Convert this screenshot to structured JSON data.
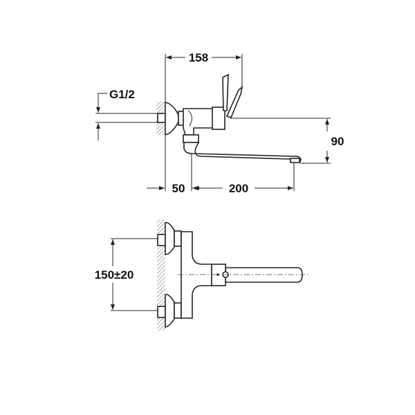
{
  "side_view": {
    "dim_width": "158",
    "dim_thread": "G1/2",
    "dim_height": "90",
    "dim_wall_to_spout": "50",
    "dim_spout_reach": "200"
  },
  "front_view": {
    "dim_spacing": "150±20"
  },
  "colors": {
    "line": "#222222",
    "background": "#ffffff"
  }
}
